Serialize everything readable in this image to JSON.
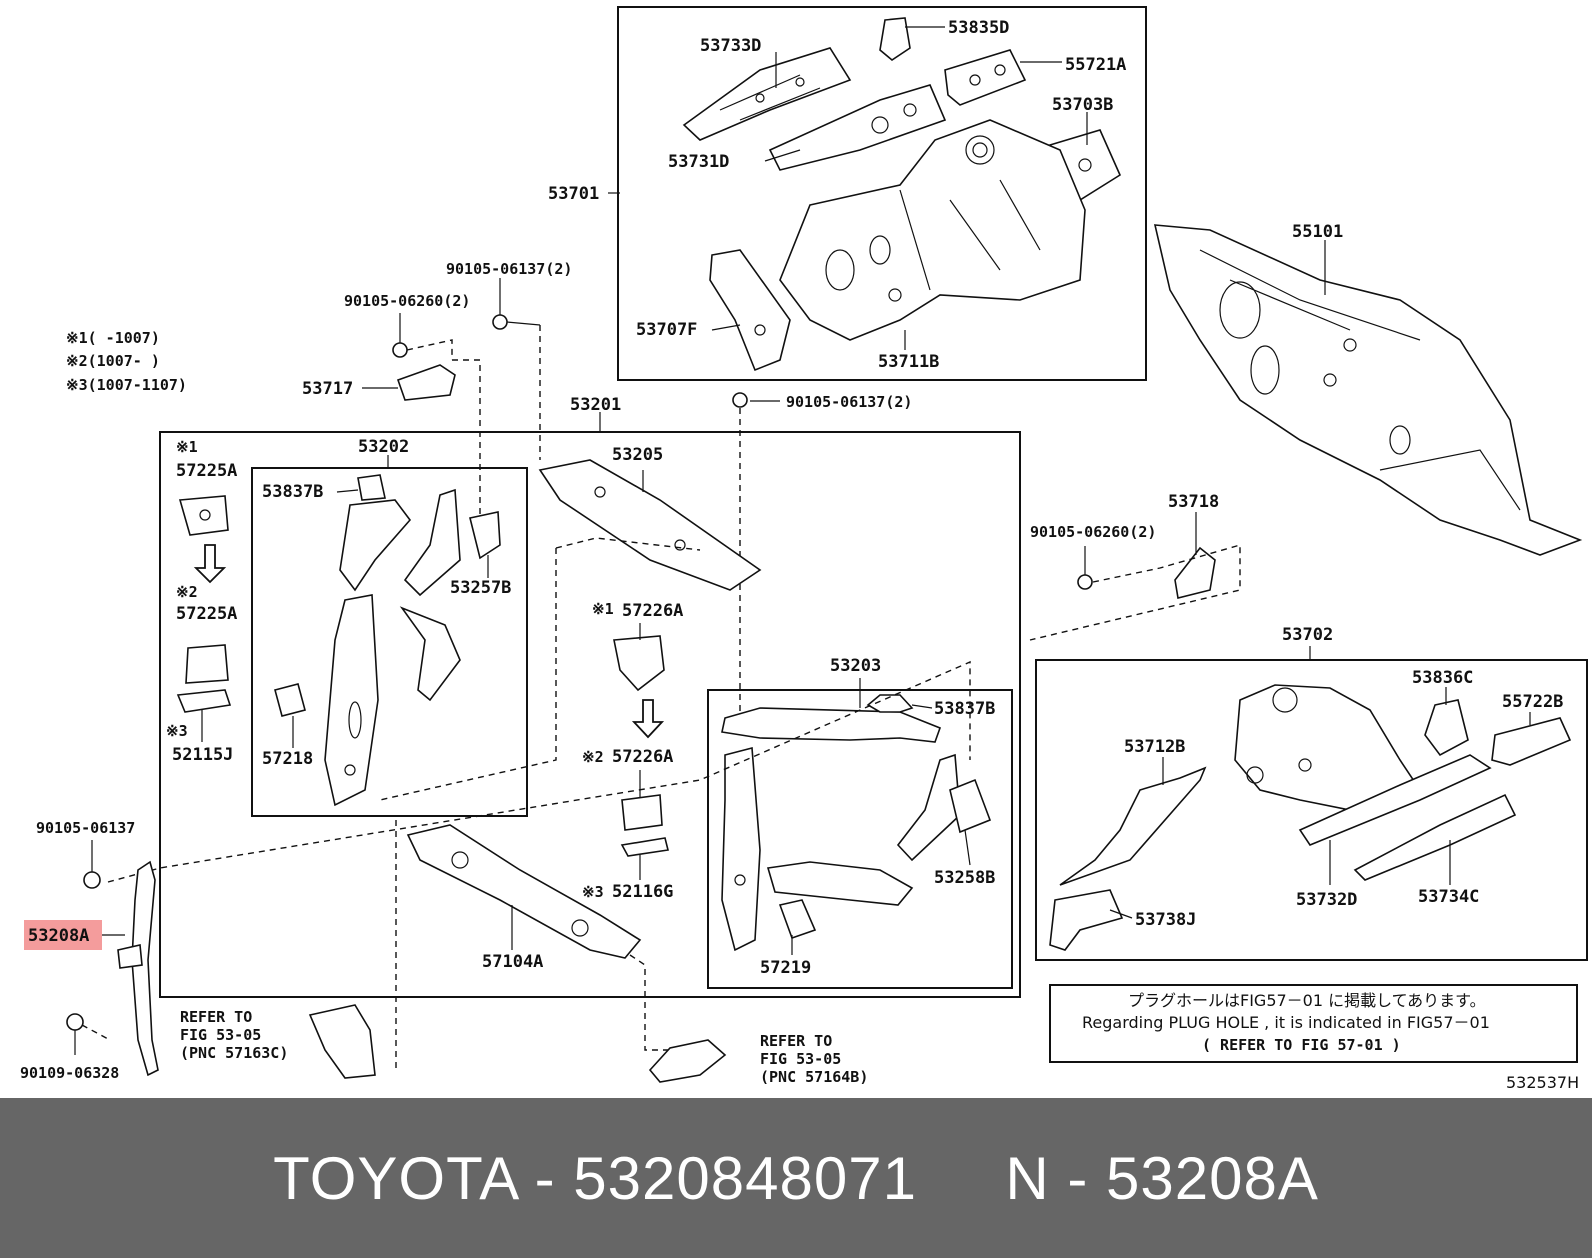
{
  "diagram": {
    "labels": {
      "p53733D": "53733D",
      "p53835D": "53835D",
      "p55721A": "55721A",
      "p53703B": "53703B",
      "p53731D": "53731D",
      "p53701": "53701",
      "p53707F": "53707F",
      "p53711B": "53711B",
      "p55101": "55101",
      "b90105_06137_2a": "90105-06137(2)",
      "b90105_06260_2a": "90105-06260(2)",
      "b90105_06137_2b": "90105-06137(2)",
      "b90105_06260_2b": "90105-06260(2)",
      "p53717": "53717",
      "p53201": "53201",
      "p53202": "53202",
      "p53205": "53205",
      "p57225A_1": "57225A",
      "p57225A_2": "57225A",
      "p53837B_1": "53837B",
      "p53257B": "53257B",
      "p52115J": "52115J",
      "p57218": "57218",
      "p57226A_1": "57226A",
      "p57226A_2": "57226A",
      "p52116G": "52116G",
      "p53203": "53203",
      "p53837B_2": "53837B",
      "p53258B": "53258B",
      "p57219": "57219",
      "p57104A": "57104A",
      "p53718": "53718",
      "p53702": "53702",
      "p53836C": "53836C",
      "p55722B": "55722B",
      "p53712B": "53712B",
      "p53732D": "53732D",
      "p53734C": "53734C",
      "p53738J": "53738J",
      "b90105_06137": "90105-06137",
      "p53208A": "53208A",
      "b90109_06328": "90109-06328",
      "mark1": "※1",
      "mark2": "※2",
      "mark3": "※3",
      "mark1b": "※1",
      "mark2b": "※2",
      "mark3b": "※3",
      "legend1": "※1(     -1007)",
      "legend2": "※2(1007-     )",
      "legend3": "※3(1007-1107)",
      "refer1_l1": "REFER TO",
      "refer1_l2": "FIG 53-05",
      "refer1_l3": "(PNC 57163C)",
      "refer2_l1": "REFER TO",
      "refer2_l2": "FIG 53-05",
      "refer2_l3": "(PNC 57164B)",
      "notice_jp": "プラグホールはFIG57－01 に掲載してあります。",
      "notice_en": "Regarding PLUG HOLE , it is indicated in FIG57－01",
      "notice_ref": "(  REFER TO FIG 57-01 )",
      "diagram_id": "532537H"
    },
    "highlight_part": "53208A"
  },
  "footer": {
    "text": "TOYOTA - 5320848071     N - 53208A"
  },
  "colors": {
    "highlight": "#f28b8b",
    "footer_bg": "#666666",
    "footer_text": "#ffffff"
  }
}
